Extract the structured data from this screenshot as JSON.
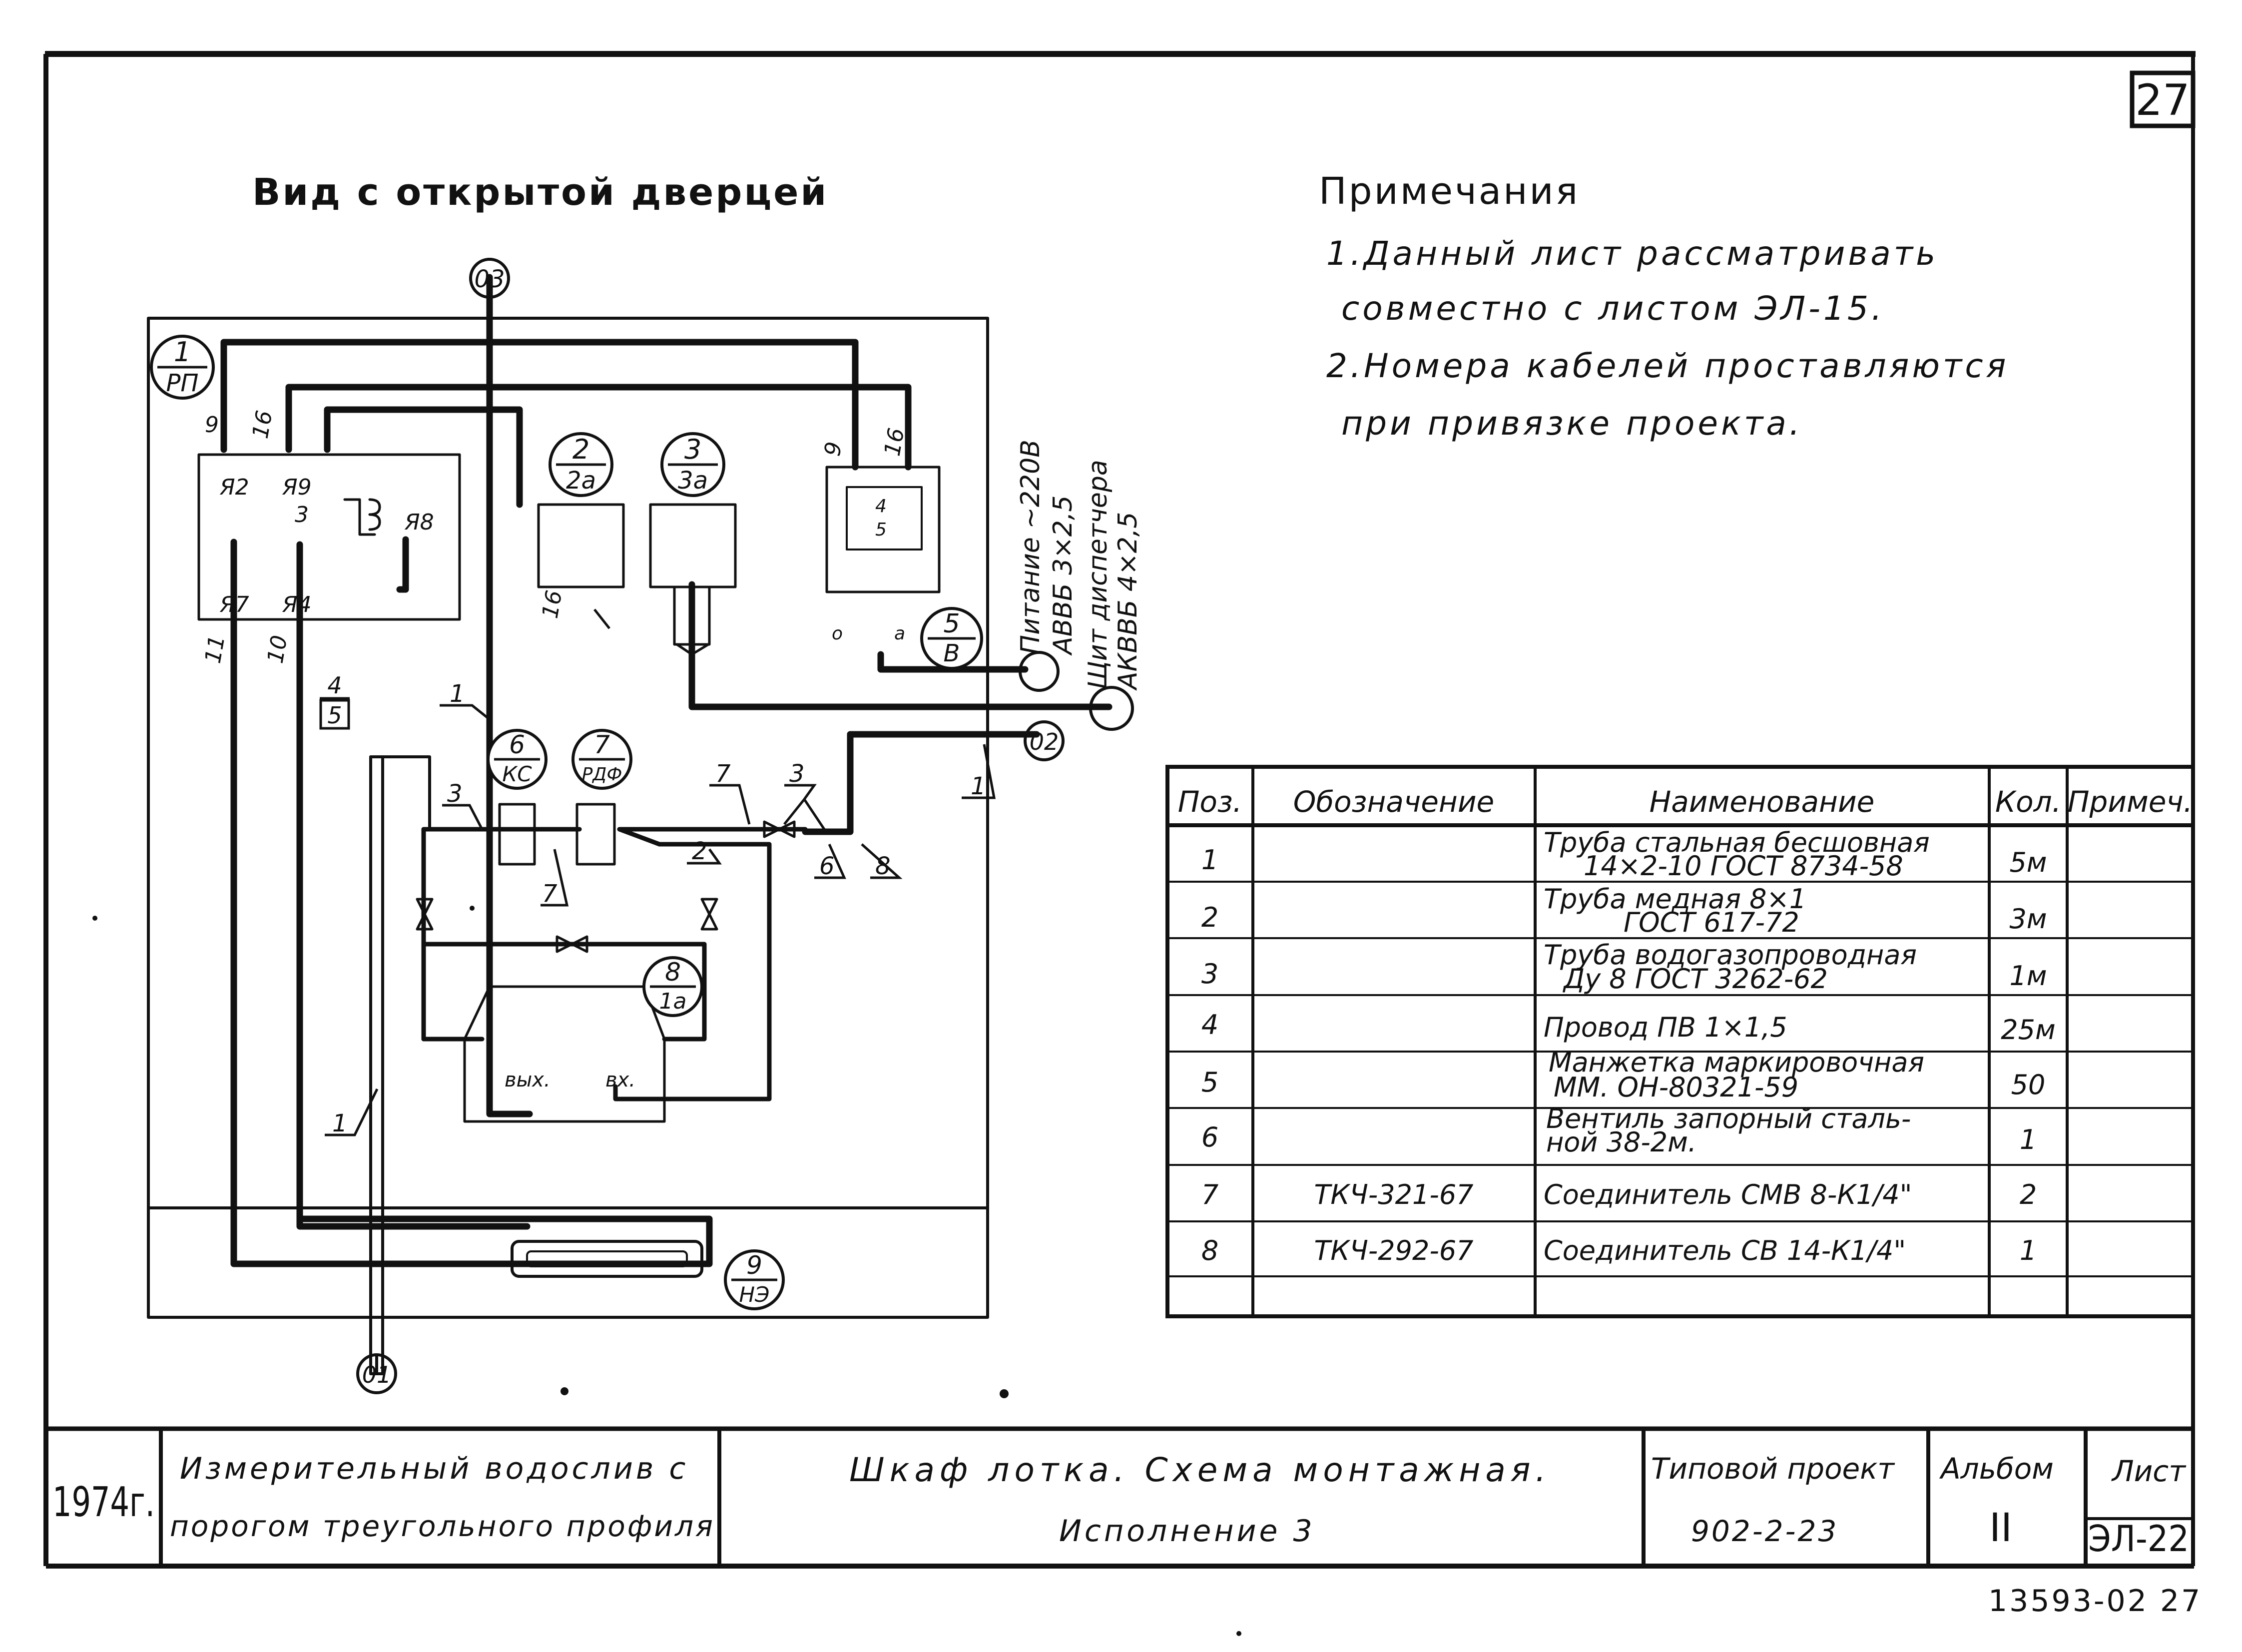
{
  "sheet_number": "27",
  "view_title": "Вид с открытой дверцей",
  "notes": {
    "title": "Примечания",
    "lines": [
      "1.Данный лист рассматривать",
      "совместно с листом ЭЛ-15.",
      "2.Номера кабелей проставляются",
      "при привязке проекта."
    ]
  },
  "diagram": {
    "nodes": {
      "o3": "03",
      "o2": "02",
      "o1": "01"
    },
    "equipment_labels": [
      {
        "num": "1",
        "code": "РП"
      },
      {
        "num": "2",
        "code": "2а"
      },
      {
        "num": "3",
        "code": "3а"
      },
      {
        "num": "5",
        "code": "В"
      },
      {
        "num": "6",
        "code": "КС"
      },
      {
        "num": "7",
        "code": "РДФ"
      },
      {
        "num": "8",
        "code": "1а"
      },
      {
        "num": "9",
        "code": "НЭ"
      }
    ],
    "small_box": {
      "num": "4",
      "code": "5"
    },
    "contact_marks": [
      "9",
      "16",
      "Я2",
      "Я9",
      "Я7",
      "Я4",
      "3",
      "Я8",
      "11",
      "10",
      "16",
      "9",
      "16",
      "4",
      "5",
      "о",
      "а"
    ],
    "pipe_marks": [
      "1",
      "3",
      "7",
      "7",
      "3",
      "2",
      "6",
      "8",
      "1",
      "1"
    ],
    "tank_labels": {
      "out": "вых.",
      "in": "вх."
    },
    "cable_labels": [
      "Питание ~220В",
      "АВВБ 3×2,5",
      "Щит диспетчера",
      "АКВВБ 4×2,5"
    ]
  },
  "spec_table": {
    "headers": [
      "Поз.",
      "Обозначение",
      "Наименование",
      "Кол.",
      "Примеч."
    ],
    "rows": [
      {
        "pos": "1",
        "designation": "",
        "name_lines": [
          "Труба стальная бесшовная",
          "14×2-10 ГОСТ 8734-58"
        ],
        "qty": "5м",
        "note": ""
      },
      {
        "pos": "2",
        "designation": "",
        "name_lines": [
          "Труба медная 8×1",
          "ГОСТ 617-72"
        ],
        "qty": "3м",
        "note": ""
      },
      {
        "pos": "3",
        "designation": "",
        "name_lines": [
          "Труба водогазопроводная",
          "Ду 8 ГОСТ 3262-62"
        ],
        "qty": "1м",
        "note": ""
      },
      {
        "pos": "4",
        "designation": "",
        "name_lines": [
          "Провод ПВ 1×1,5"
        ],
        "qty": "25м",
        "note": ""
      },
      {
        "pos": "5",
        "designation": "",
        "name_lines": [
          "Манжетка маркировочная",
          "ММ. ОН-80321-59"
        ],
        "qty": "50",
        "note": ""
      },
      {
        "pos": "6",
        "designation": "",
        "name_lines": [
          "Вентиль запорный сталь-",
          "ной 38-2м."
        ],
        "qty": "1",
        "note": ""
      },
      {
        "pos": "7",
        "designation": "ТКЧ-321-67",
        "name_lines": [
          "Соединитель СМВ 8-К1/4\""
        ],
        "qty": "2",
        "note": ""
      },
      {
        "pos": "8",
        "designation": "ТКЧ-292-67",
        "name_lines": [
          "Соединитель СВ 14-К1/4\""
        ],
        "qty": "1",
        "note": ""
      },
      {
        "pos": "",
        "designation": "",
        "name_lines": [
          ""
        ],
        "qty": "",
        "note": ""
      }
    ]
  },
  "title_block": {
    "year": "1974г.",
    "object_line1": "Измерительный водослив с",
    "object_line2": "порогом треугольного профиля",
    "sheet_title": "Шкаф лотка. Схема монтажная.",
    "variant": "Исполнение 3",
    "project_label": "Типовой проект",
    "project_number": "902-2-23",
    "album_label": "Альбом",
    "album_value": "II",
    "sheet_label": "Лист",
    "sheet_code": "ЭЛ-22"
  },
  "archive_number": "13593-02 27"
}
